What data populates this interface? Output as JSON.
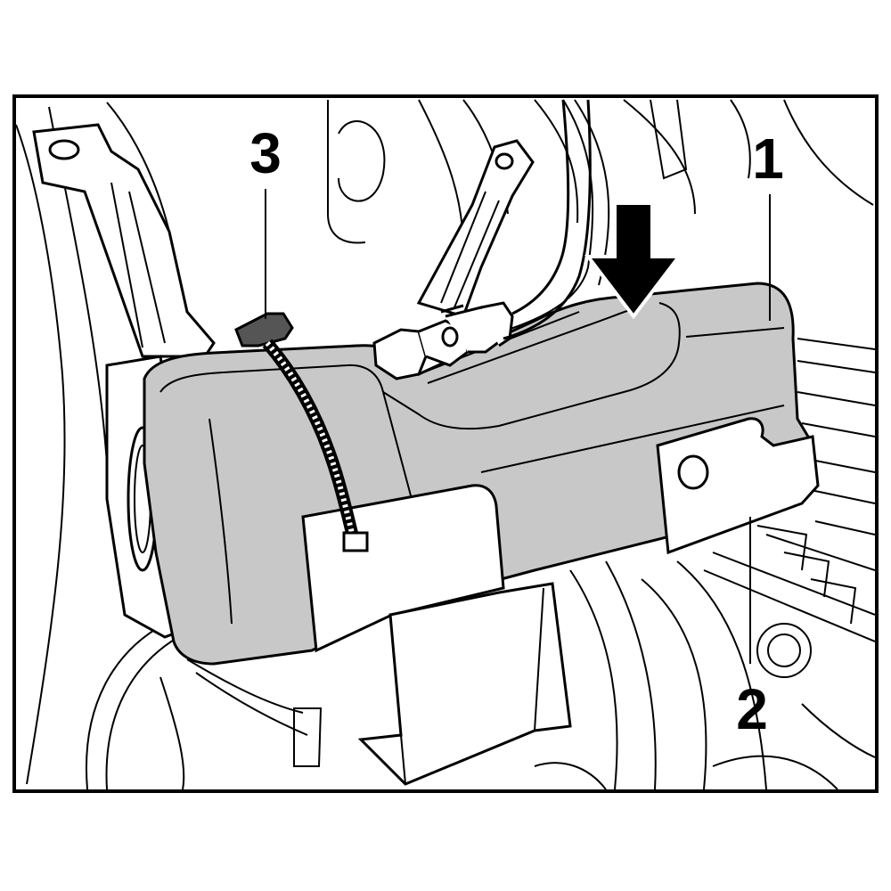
{
  "figure": {
    "type": "technical-illustration",
    "background": "#ffffff",
    "ink": "#000000",
    "component_fill": "#c8c8c8",
    "panel_fill": "#ffffff"
  },
  "callouts": [
    {
      "id": "1",
      "label": "1"
    },
    {
      "id": "2",
      "label": "2"
    },
    {
      "id": "3",
      "label": "3"
    }
  ],
  "arrow": {
    "icon": "arrow-down-icon",
    "color": "#000000"
  }
}
